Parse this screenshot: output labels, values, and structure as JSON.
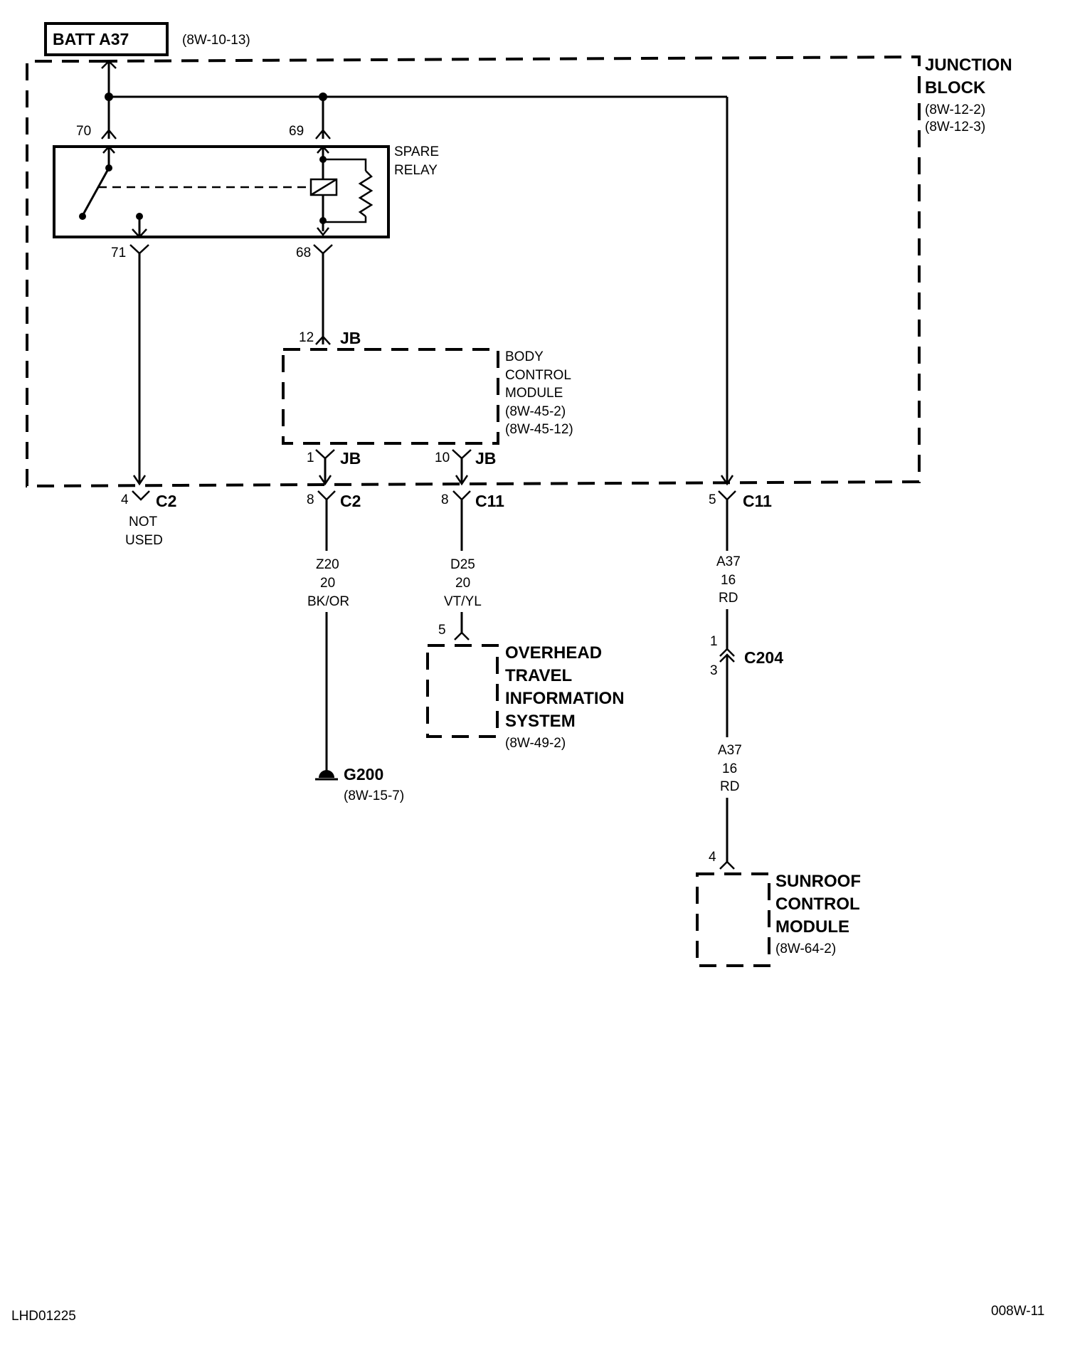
{
  "source": {
    "label": "BATT A37",
    "ref": "(8W-10-13)"
  },
  "junction_block": {
    "line1": "JUNCTION",
    "line2": "BLOCK",
    "ref1": "(8W-12-2)",
    "ref2": "(8W-12-3)"
  },
  "relay": {
    "line1": "SPARE",
    "line2": "RELAY",
    "pin70": "70",
    "pin69": "69",
    "pin71": "71",
    "pin68": "68"
  },
  "bcm": {
    "line1": "BODY",
    "line2": "CONTROL",
    "line3": "MODULE",
    "ref1": "(8W-45-2)",
    "ref2": "(8W-45-12)",
    "pin_in": "12",
    "pin_in_conn": "JB",
    "pin_out1": "1",
    "pin_out1_conn": "JB",
    "pin_out2": "10",
    "pin_out2_conn": "JB"
  },
  "connectors": {
    "c2_a_pin": "4",
    "c2_a_name": "C2",
    "not_used1": "NOT",
    "not_used2": "USED",
    "c2_b_pin": "8",
    "c2_b_name": "C2",
    "c11_a_pin": "8",
    "c11_a_name": "C11",
    "c11_b_pin": "5",
    "c11_b_name": "C11",
    "c204_pin_top": "1",
    "c204_pin_bottom": "3",
    "c204_name": "C204"
  },
  "wires": {
    "z20": {
      "circuit": "Z20",
      "gauge": "20",
      "color": "BK/OR"
    },
    "d25": {
      "circuit": "D25",
      "gauge": "20",
      "color": "VT/YL"
    },
    "a37_upper": {
      "circuit": "A37",
      "gauge": "16",
      "color": "RD"
    },
    "a37_lower": {
      "circuit": "A37",
      "gauge": "16",
      "color": "RD"
    }
  },
  "ground": {
    "name": "G200",
    "ref": "(8W-15-7)"
  },
  "overhead": {
    "pin": "5",
    "line1": "OVERHEAD",
    "line2": "TRAVEL",
    "line3": "INFORMATION",
    "line4": "SYSTEM",
    "ref": "(8W-49-2)"
  },
  "sunroof": {
    "pin": "4",
    "line1": "SUNROOF",
    "line2": "CONTROL",
    "line3": "MODULE",
    "ref": "(8W-64-2)"
  },
  "footer": {
    "left": "LHD01225",
    "right": "008W-11"
  }
}
